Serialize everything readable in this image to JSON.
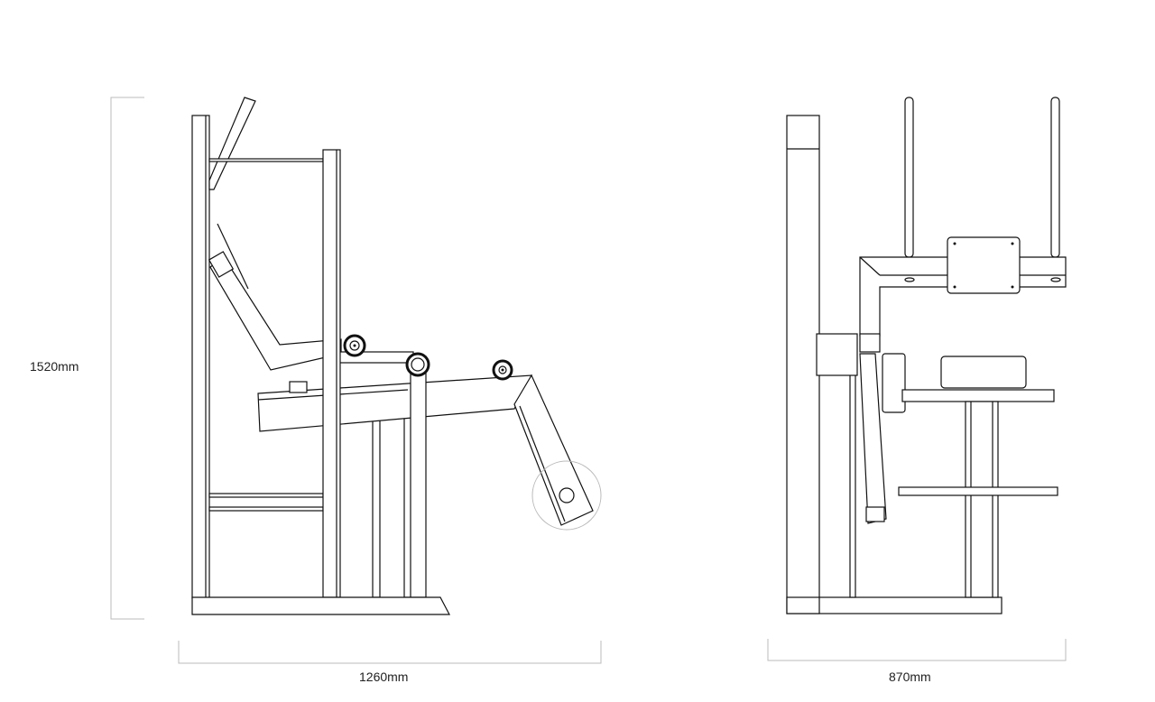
{
  "dimensions": {
    "height_label": "1520mm",
    "depth_label": "1260mm",
    "width_label": "870mm"
  },
  "views": [
    "side-view",
    "front-view"
  ]
}
